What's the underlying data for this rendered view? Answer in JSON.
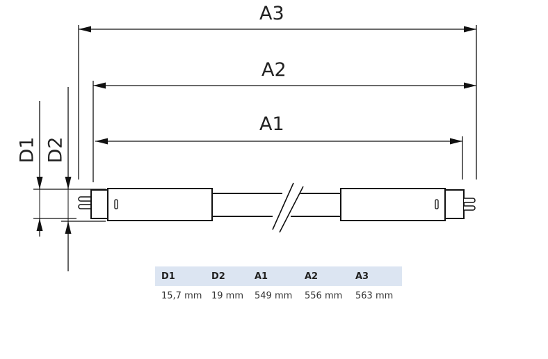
{
  "diagram": {
    "labels": {
      "a3": "A3",
      "a2": "A2",
      "a1": "A1",
      "d1": "D1",
      "d2": "D2"
    }
  },
  "table": {
    "headers": [
      "D1",
      "D2",
      "A1",
      "A2",
      "A3"
    ],
    "values": [
      "15,7 mm",
      "19 mm",
      "549 mm",
      "556 mm",
      "563 mm"
    ]
  }
}
